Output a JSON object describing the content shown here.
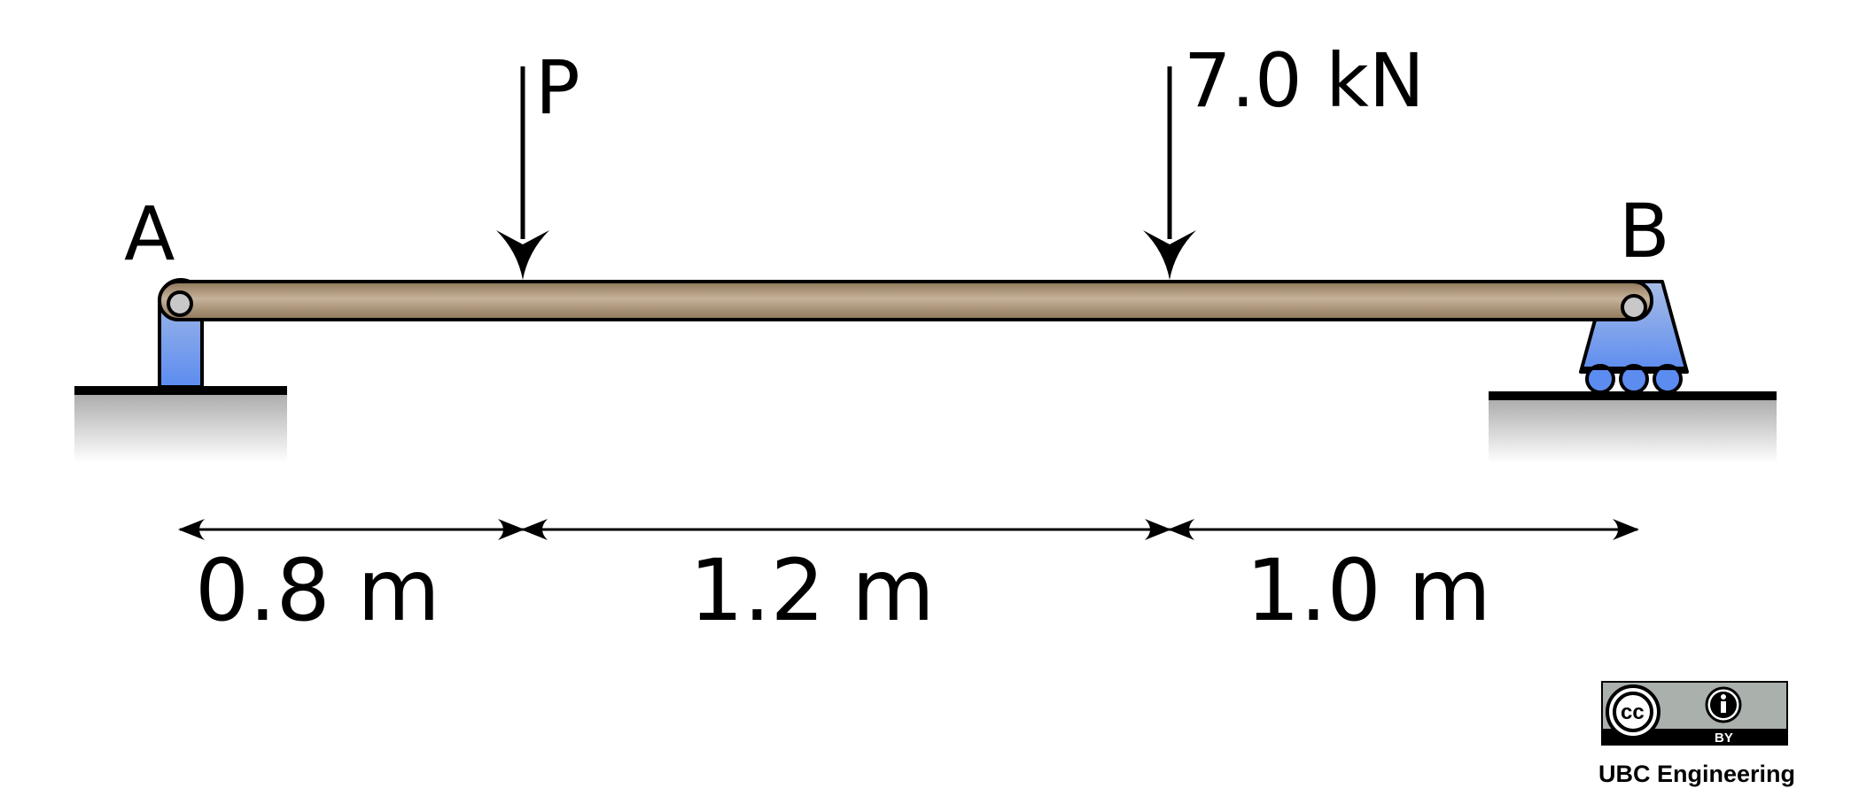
{
  "diagram": {
    "support_left_label": "A",
    "support_right_label": "B",
    "load_1_label": "P",
    "load_2_label": "7.0 kN",
    "dimensions": [
      "0.8 m",
      "1.2 m",
      "1.0 m"
    ]
  },
  "license": {
    "cc_text": "cc",
    "by_text": "BY",
    "credit": "UBC Engineering"
  },
  "colors": {
    "beam_light": "#c6b29a",
    "beam_dark": "#8d7557",
    "support_blue": "#5c8cf0",
    "support_blue_light": "#a9bde6",
    "ground_gray": "#b0b0b0",
    "badge_gray": "#aab0ab"
  }
}
